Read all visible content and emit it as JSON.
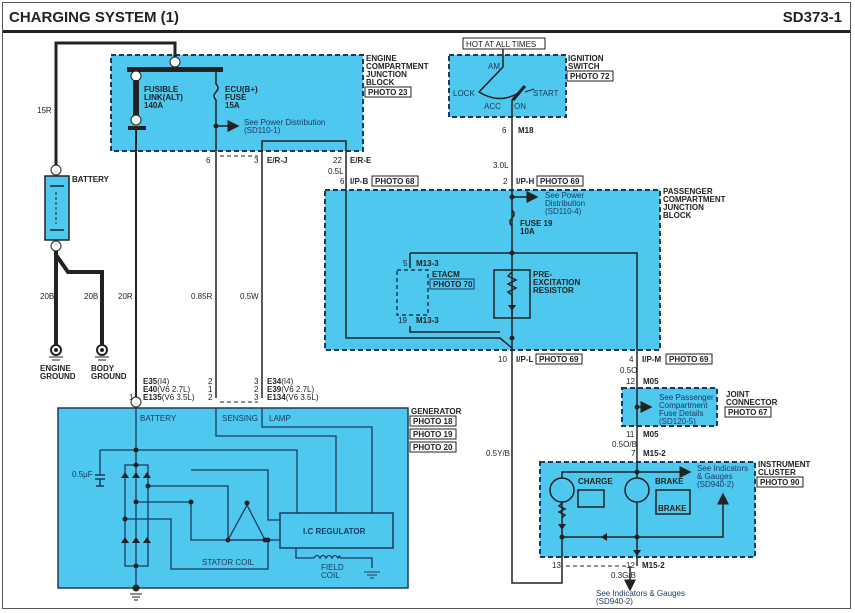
{
  "header": {
    "title": "CHARGING SYSTEM (1)",
    "page_code": "SD373-1"
  },
  "colors": {
    "component_fill": "#4fc8f0",
    "wire": "#222222",
    "frame": "#555555"
  },
  "battery_section": {
    "wire_top": "15R",
    "battery_label": "BATTERY",
    "ground_wires": [
      "20B",
      "20B"
    ],
    "main_wire": "20R",
    "grounds": [
      {
        "line1": "ENGINE",
        "line2": "GROUND"
      },
      {
        "line1": "BODY",
        "line2": "GROUND"
      }
    ]
  },
  "engine_jb": {
    "name": [
      "ENGINE",
      "COMPARTMENT",
      "JUNCTION",
      "BLOCK"
    ],
    "photo": "PHOTO 23",
    "fusible_link": [
      "FUSIBLE",
      "LINK(ALT)",
      "140A"
    ],
    "fuse": [
      "ECU(B+)",
      "FUSE",
      "15A"
    ],
    "see_power": [
      "See Power Distribution",
      "(SD110-1)"
    ],
    "pins": {
      "p6": "6",
      "p3": "3",
      "p22": "22"
    },
    "connectors": {
      "erj": "E/R-J",
      "ere": "E/R-E"
    }
  },
  "wires": {
    "w085r": "0.85R",
    "w05w": "0.5W",
    "w05l": "0.5L",
    "w30l": "3.0L",
    "w05yb": "0.5Y/B",
    "w05o": "0.5O",
    "w05ob": "0.5O/B",
    "w03gb": "0.3G/B"
  },
  "ignition": {
    "hot": "HOT AT ALL TIMES",
    "name": [
      "IGNITION",
      "SWITCH"
    ],
    "photo": "PHOTO 72",
    "positions": {
      "am": "AM",
      "lock": "LOCK",
      "acc": "ACC",
      "on": "ON",
      "start": "START"
    },
    "pin": "6",
    "connector": "M18"
  },
  "passenger_jb": {
    "name": [
      "PASSENGER",
      "COMPARTMENT",
      "JUNCTION",
      "BLOCK"
    ],
    "connectors": {
      "ipb": {
        "pin": "6",
        "name": "I/P-B",
        "photo": "PHOTO 68"
      },
      "iph": {
        "pin": "2",
        "name": "I/P-H",
        "photo": "PHOTO 69"
      },
      "ipl": {
        "pin": "10",
        "name": "I/P-L",
        "photo": "PHOTO 69"
      },
      "ipm": {
        "pin": "4",
        "name": "I/P-M",
        "photo": "PHOTO 69"
      }
    },
    "see_power": [
      "See Power",
      "Distribution",
      "(SD110-4)"
    ],
    "fuse": [
      "FUSE 19",
      "10A"
    ],
    "etacm": {
      "name": "ETACM",
      "photo": "PHOTO 70",
      "pin_top": "5",
      "pin_bottom": "19",
      "connector": "M13-3"
    },
    "resistor": [
      "PRE-",
      "EXCITATION",
      "RESISTOR"
    ]
  },
  "generator": {
    "name": "GENERATOR",
    "photos": [
      "PHOTO 18",
      "PHOTO 19",
      "PHOTO 20"
    ],
    "conn_left": [
      {
        "code": "E35",
        "variant": "(I4)",
        "pin": "2"
      },
      {
        "code": "E40",
        "variant": "(V6 2.7L)",
        "pin": "1"
      },
      {
        "code": "E135",
        "variant": "(V6 3.5L)",
        "pin": "2"
      }
    ],
    "conn_right": [
      {
        "code": "E34",
        "variant": "(I4)",
        "pin": "3"
      },
      {
        "code": "E39",
        "variant": "(V6 2.7L)",
        "pin": "2"
      },
      {
        "code": "E134",
        "variant": "(V6 3.5L)",
        "pin": "3"
      }
    ],
    "battery_pin": "1",
    "terminals": {
      "battery": "BATTERY",
      "sensing": "SENSING",
      "lamp": "LAMP"
    },
    "capacitor": "0.5μF",
    "stator": "STATOR COIL",
    "regulator": "I.C REGULATOR",
    "field": [
      "FIELD",
      "COIL"
    ]
  },
  "joint_connector": {
    "name": [
      "JOINT",
      "CONNECTOR"
    ],
    "photo": "PHOTO 67",
    "pin_top": "12",
    "pin_bottom": "11",
    "connector": "M05",
    "note": [
      "See Passenger",
      "Compartment",
      "Fuse Details",
      "(SD120-5)"
    ]
  },
  "instrument_cluster": {
    "name": [
      "INSTRUMENT",
      "CLUSTER"
    ],
    "photo": "PHOTO 90",
    "pin_in": "7",
    "connector": "M15-2",
    "pin_13": "13",
    "pin_12": "12",
    "charge": "CHARGE",
    "brake": "BRAKE",
    "brake_icon_text": "BRAKE",
    "see_ind": [
      "See Indicators",
      "& Gauges",
      "(SD940-2)"
    ],
    "see_bottom": [
      "See Indicators & Gauges",
      "(SD940-2)"
    ]
  }
}
